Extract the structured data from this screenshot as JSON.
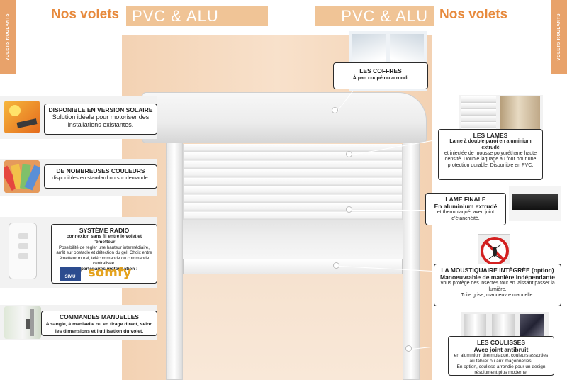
{
  "side_tabs": {
    "left": "VOLETS ROULANTS",
    "right": "VOLETS ROULANTS"
  },
  "header": {
    "left_title": "Nos volets",
    "left_band": "PVC & ALU",
    "right_band": "PVC & ALU",
    "right_title": "Nos volets"
  },
  "left_boxes": {
    "solaire": {
      "title": "DISPONIBLE EN VERSION SOLAIRE",
      "text": "Solution idéale pour motoriser des installations existantes."
    },
    "couleurs": {
      "title": "DE NOMBREUSES COULEURS",
      "text": "disponibles en standard ou sur demande."
    },
    "radio": {
      "title": "SYSTÈME RADIO",
      "subtitle": "connexion sans fil entre le volet et l'émetteur",
      "text": "Possibilité de régler une hauteur intermédiaire, arrêt sur obstacle et détection du gel. Choix entre émetteur mural, télécommande ou commande centralisée.",
      "partners": "Nos partenaires motorisation :",
      "brand1": "SIMU",
      "brand2": "somfy"
    },
    "manuelles": {
      "title": "COMMANDES MANUELLES",
      "text": "A sangle, à manivelle ou en tirage direct, selon les dimensions et l'utilisation du volet."
    }
  },
  "right_boxes": {
    "coffres": {
      "title": "LES COFFRES",
      "text": "À pan coupé ou arrondi"
    },
    "lames": {
      "title": "LES LAMES",
      "subtitle": "Lame à double paroi en aluminium extrudé",
      "text": "et injectée de mousse polyuréthane haute densité. Double laquage au four pour une protection durable. Disponible en PVC."
    },
    "lame_finale": {
      "title": "LAME FINALE",
      "subtitle": "En aluminium extrudé",
      "text": "et thermolaqué, avec joint d'étanchéité."
    },
    "moustiquaire": {
      "title": "LA MOUSTIQUAIRE INTÉGRÉE (option)",
      "subtitle": "Manoeuvrable de manière indépendante",
      "text": "Vous protège des insectes tout en laissant passer la lumière.",
      "note": "Toile grise, manoeuvre manuelle."
    },
    "coulisses": {
      "title": "LES COULISSES",
      "subtitle": "Avec joint antibruit",
      "text": "en aluminium thermolaqué, couleurs assorties au tablier ou aux maçonneries.",
      "note": "En option, coulisse arrondie pour un design résolument plus moderne."
    }
  },
  "colors": {
    "accent": "#e78a3d",
    "band": "#f0c496",
    "panel": "#f6dcc3",
    "border": "#2b2b2b"
  }
}
